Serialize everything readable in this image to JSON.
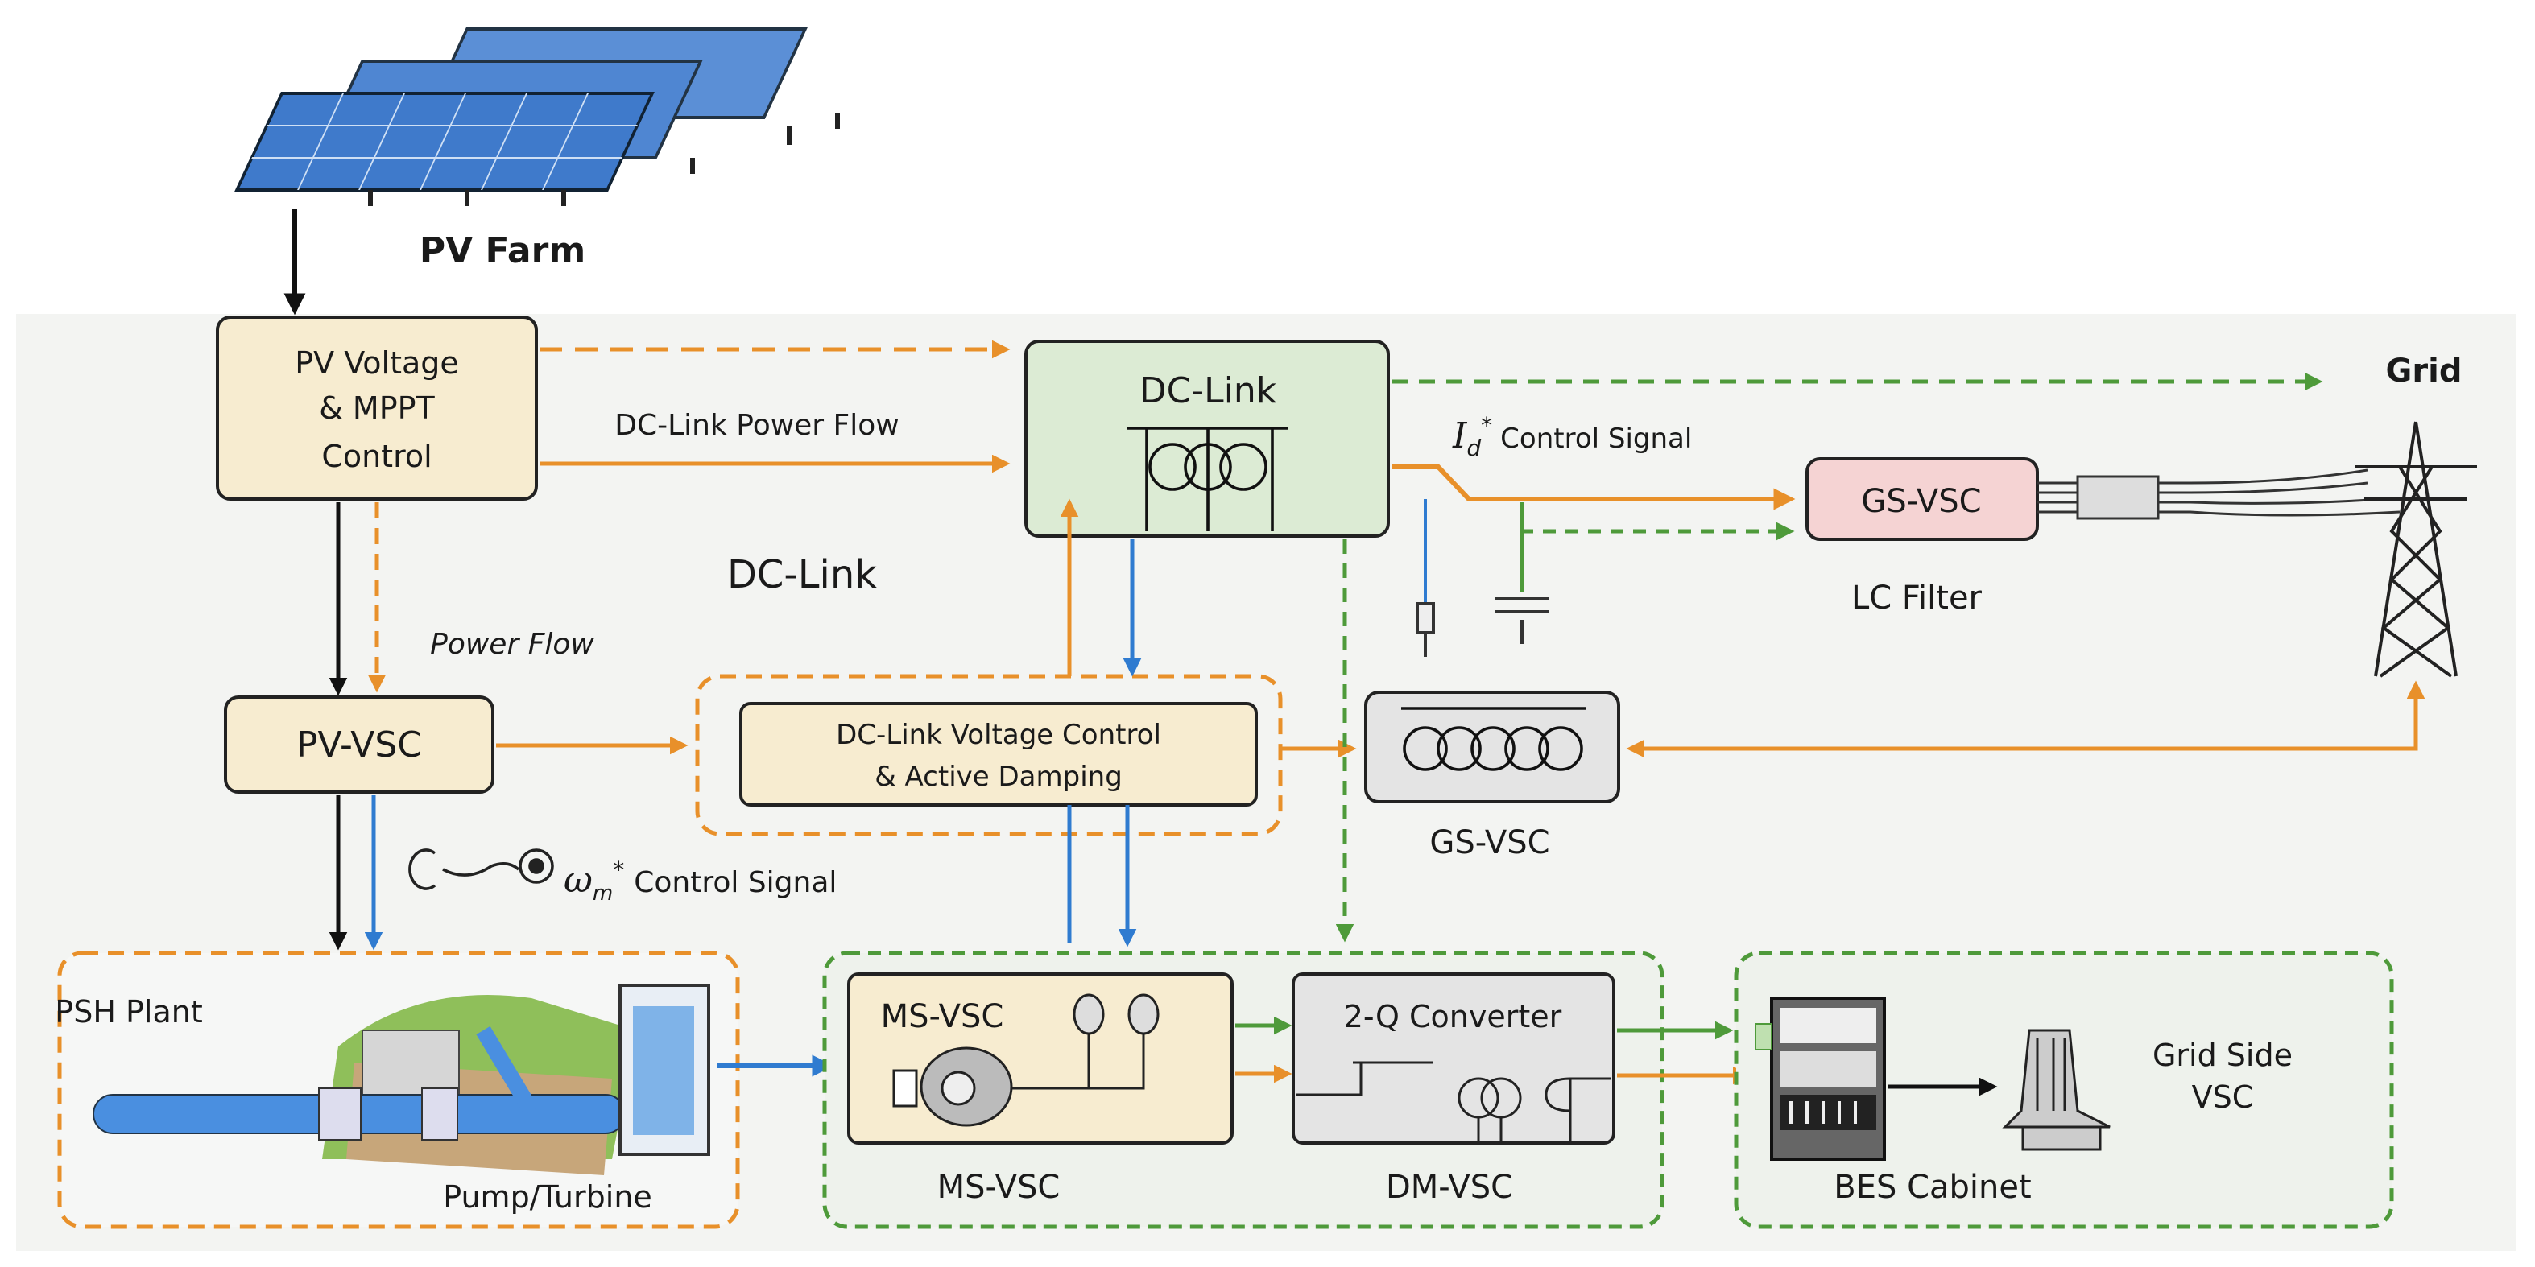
{
  "colors": {
    "power_flow": "#e8902a",
    "control_signal": "#2f7bd0",
    "grid_signal": "#4e9a3a",
    "main_flow": "#111111",
    "yellow_box": "#f7ecd0",
    "green_box": "#dcebd4",
    "gray_box": "#e4e4e4",
    "pink_box": "#f5d3d3",
    "background_panel": "#f3f4f2"
  },
  "pv_farm": {
    "label": "PV Farm",
    "icon": "solar-panel-icon"
  },
  "blocks": {
    "pv_mppt": {
      "lines": [
        "PV Voltage",
        "& MPPT",
        "Control"
      ]
    },
    "dc_link": {
      "title": "DC-Link",
      "icon": "transformer-icon"
    },
    "pv_vsc": {
      "label": "PV-VSC"
    },
    "dc_voltage_control": {
      "lines": [
        "DC-Link Voltage Control",
        "& Active Damping"
      ]
    },
    "gs_vsc_top": {
      "label": "GS-VSC",
      "caption": "LC Filter"
    },
    "gs_vsc_mid": {
      "caption": "GS-VSC",
      "icon": "transformer-icon"
    },
    "psh_plant": {
      "title": "PSH Plant",
      "caption": "Pump/Turbine",
      "icon": "pumped-hydro-icon"
    },
    "ms_vsc": {
      "title": "MS-VSC",
      "caption": "MS-VSC",
      "icon": "motor-icon"
    },
    "two_q": {
      "title": "2-Q Converter",
      "caption": "DM-VSC"
    },
    "bes": {
      "caption": "BES Cabinet",
      "icon": "battery-cabinet-icon"
    },
    "grid_side_vsc": {
      "lines": [
        "Grid Side",
        "VSC"
      ]
    },
    "grid": {
      "label": "Grid",
      "icon": "transmission-tower-icon"
    }
  },
  "labels": {
    "dc_link_power_flow": "DC-Link Power Flow",
    "dc_link_area": "DC-Link",
    "power_flow": "Power Flow",
    "id_symbol": "I",
    "id_sub": "d",
    "star": "*",
    "id_control": "Control Signal",
    "wm_symbol": "ω",
    "wm_sub": "m",
    "wm_control": "Control Signal"
  }
}
